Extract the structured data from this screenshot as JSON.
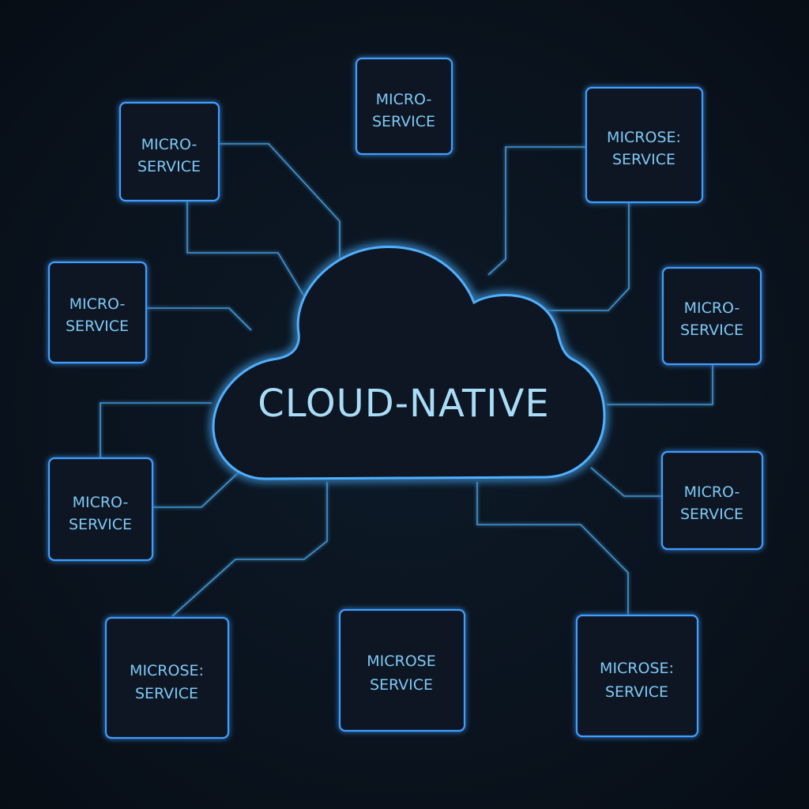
{
  "center": {
    "label": "CLOUD-NATIVE"
  },
  "nodes": [
    {
      "id": "top-left",
      "line1": "MICRO-",
      "line2": "SERVICE"
    },
    {
      "id": "top-center",
      "line1": "MICRO-",
      "line2": "SERVICE"
    },
    {
      "id": "top-right",
      "line1": "MICROSE:",
      "line2": "SERVICE"
    },
    {
      "id": "left-upper",
      "line1": "MICRO-",
      "line2": "SERVICE"
    },
    {
      "id": "right-upper",
      "line1": "MICRO-",
      "line2": "SERVICE"
    },
    {
      "id": "left-lower",
      "line1": "MICRO-",
      "line2": "SERVICE"
    },
    {
      "id": "right-lower",
      "line1": "MICRO-",
      "line2": "SERVICE"
    },
    {
      "id": "bottom-left",
      "line1": "MICROSE:",
      "line2": "SERVICE"
    },
    {
      "id": "bottom-center",
      "line1": "MICROSE",
      "line2": "SERVICE"
    },
    {
      "id": "bottom-right",
      "line1": "MICROSE:",
      "line2": "SERVICE"
    }
  ],
  "colors": {
    "background": "#0a131e",
    "accent": "#3f9dff",
    "text": "#7fc8f5"
  }
}
